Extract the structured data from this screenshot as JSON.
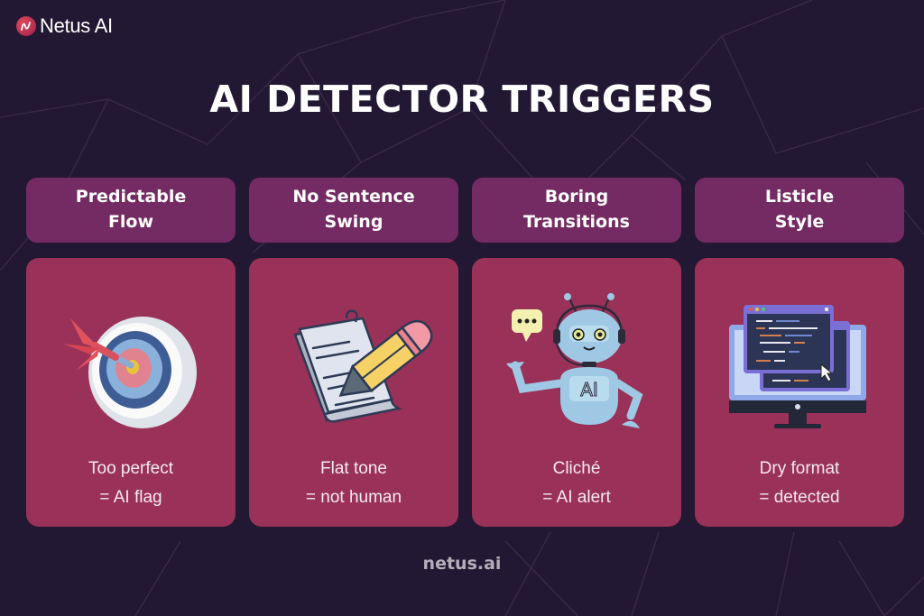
{
  "brand": {
    "logo_text": "Netus AI",
    "logo_icon": "netus-n-icon"
  },
  "title": "AI DETECTOR TRIGGERS",
  "columns": [
    {
      "heading_line1": "Predictable",
      "heading_line2": "Flow",
      "icon": "dartboard-target-icon",
      "text_line1": "Too perfect",
      "text_line2": "= AI flag"
    },
    {
      "heading_line1": "No Sentence",
      "heading_line2": "Swing",
      "icon": "notepad-pencil-icon",
      "text_line1": "Flat tone",
      "text_line2": "= not human"
    },
    {
      "heading_line1": "Boring",
      "heading_line2": "Transitions",
      "icon": "ai-robot-chat-icon",
      "text_line1": "Cliché",
      "text_line2": "= AI alert"
    },
    {
      "heading_line1": "Listicle",
      "heading_line2": "Style",
      "icon": "code-monitor-icon",
      "text_line1": "Dry format",
      "text_line2": "= detected"
    }
  ],
  "footer": "netus.ai",
  "colors": {
    "background": "#221833",
    "heading_box": "#742a62",
    "card": "#9a3158",
    "footer_text": "#b4aeb9"
  }
}
